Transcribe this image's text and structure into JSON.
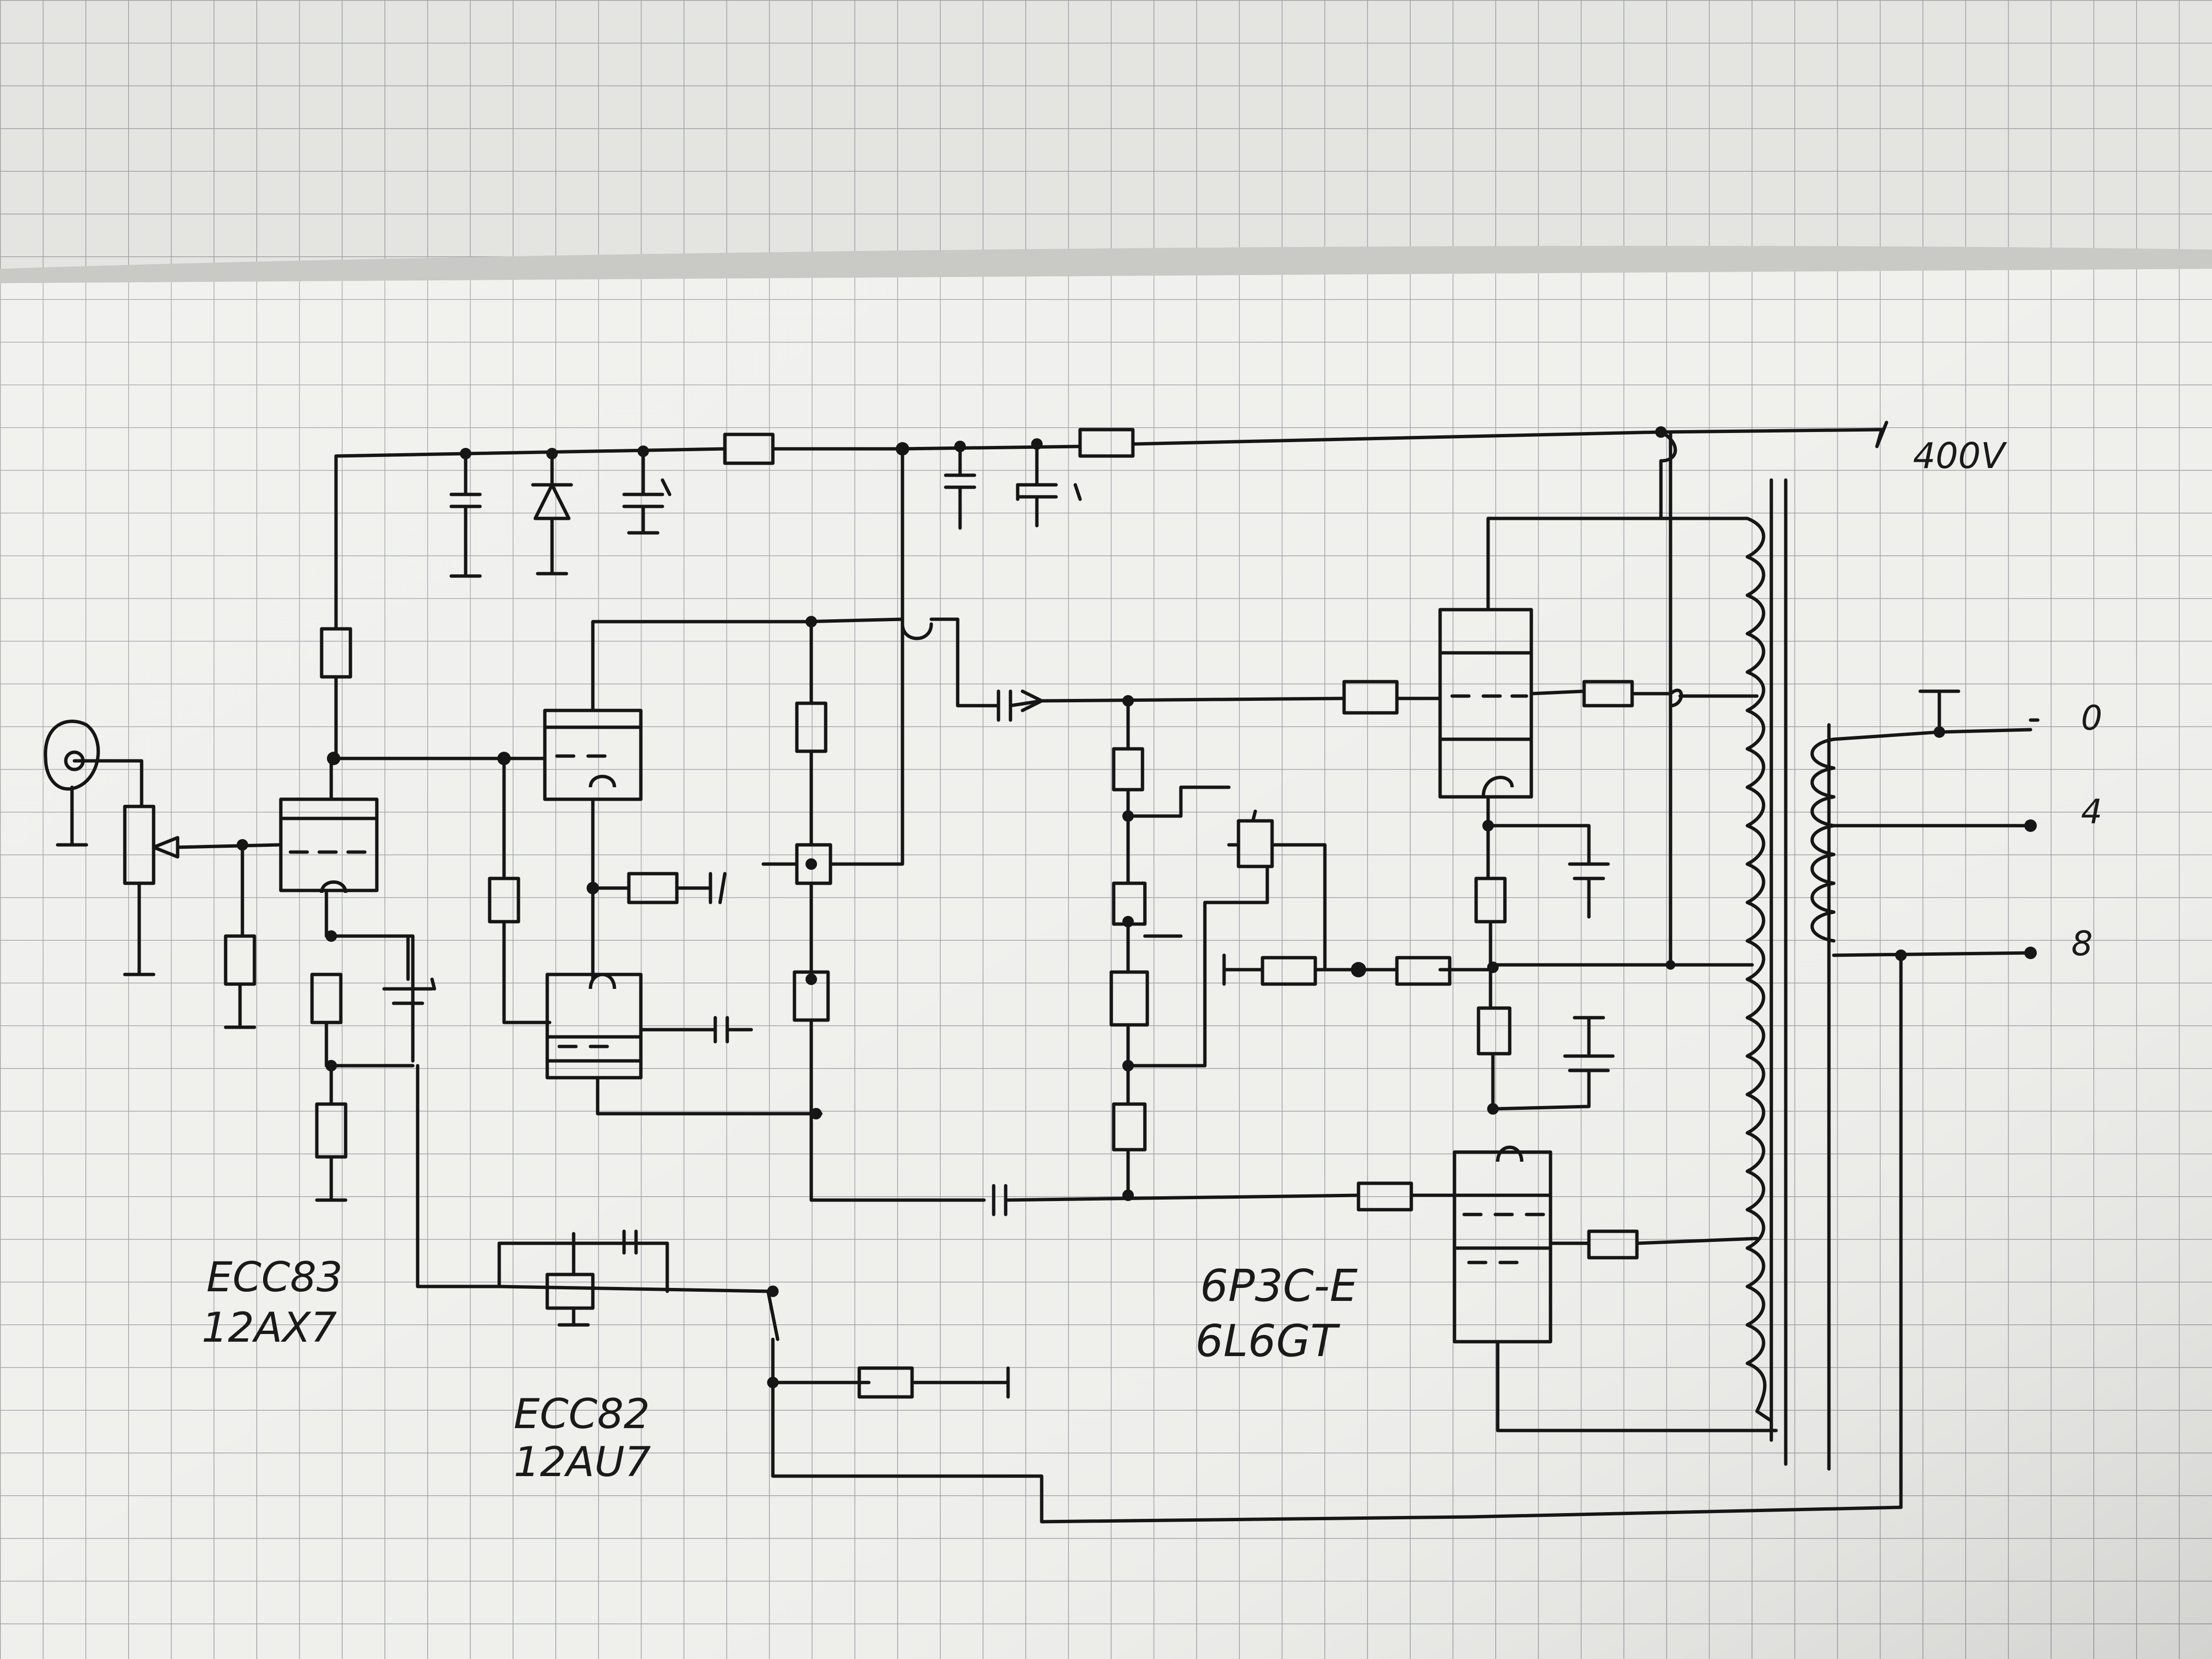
{
  "colors": {
    "paper": "#efefec",
    "paper_shadow": "#c9c9c5",
    "grid": "#9aa0a4",
    "ink": "#161616"
  },
  "labels": {
    "supply_voltage": "400V",
    "tap_0": "0",
    "tap_4": "4",
    "tap_8": "8",
    "preamp_tube_line1": "ECC83",
    "preamp_tube_line2": "12AX7",
    "driver_tube_line1": "ECC82",
    "driver_tube_line2": "12AU7",
    "power_tube_line1": "6P3C-E",
    "power_tube_line2": "6L6GT"
  },
  "icons": [
    "input-jack-icon",
    "potentiometer-icon",
    "resistor-icon",
    "capacitor-icon",
    "zener-diode-icon",
    "triode-tube-icon",
    "pentode-tube-icon",
    "output-transformer-icon"
  ]
}
